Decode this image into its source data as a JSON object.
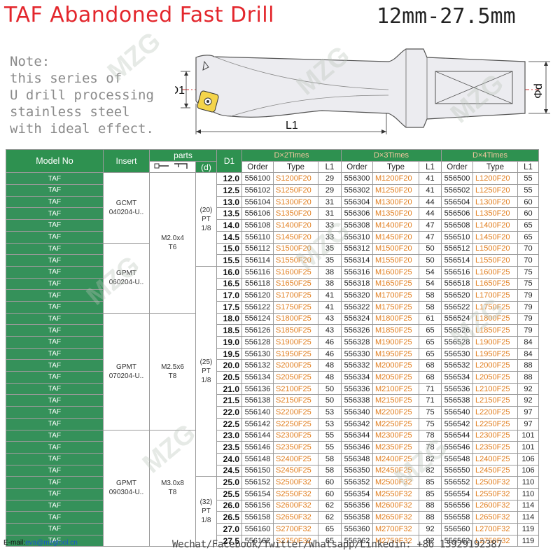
{
  "header": {
    "title": "TAF Abandoned Fast Drill",
    "range": "12mm-27.5mm",
    "note_lines": [
      "Note:",
      "this series of",
      "U drill processing",
      "stainless steel",
      "with ideal effect."
    ],
    "dim_d1": "D1",
    "dim_l1": "L1",
    "dim_d": "Φd"
  },
  "table": {
    "headers": {
      "model": "Model No",
      "insert": "Insert",
      "parts": "parts",
      "d": "(d)",
      "d1": "D1",
      "group2": "D×2Times",
      "group3": "D×3Times",
      "group4": "D×4Times",
      "order": "Order",
      "type": "Type",
      "l1": "L1"
    },
    "inserts": [
      "GCMT\n040204-U..",
      "GPMT\n060204-U..",
      "GPMT\n070204-U..",
      "GPMT\n090304-U.."
    ],
    "screws": [
      "M2.0x4\nT6",
      "M2.5x6\nT8",
      "M3.0x8\nT8"
    ],
    "d_values": [
      "(20)\nPT\n1/8",
      "(25)\nPT\n1/8",
      "(32)\nPT\n1/8"
    ],
    "rows": [
      {
        "model": "TAF",
        "d1": "12.0",
        "o2": "556100",
        "t2": "S1200F20",
        "l2": "29",
        "o3": "556300",
        "t3": "M1200F20",
        "l3": "41",
        "o4": "556500",
        "t4": "L1200F20",
        "l4": "55"
      },
      {
        "model": "TAF",
        "d1": "12.5",
        "o2": "556102",
        "t2": "S1250F20",
        "l2": "29",
        "o3": "556302",
        "t3": "M1250F20",
        "l3": "41",
        "o4": "556502",
        "t4": "L1250F20",
        "l4": "55"
      },
      {
        "model": "TAF",
        "d1": "13.0",
        "o2": "556104",
        "t2": "S1300F20",
        "l2": "31",
        "o3": "556304",
        "t3": "M1300F20",
        "l3": "44",
        "o4": "556504",
        "t4": "L1300F20",
        "l4": "60"
      },
      {
        "model": "TAF",
        "d1": "13.5",
        "o2": "556106",
        "t2": "S1350F20",
        "l2": "31",
        "o3": "556306",
        "t3": "M1350F20",
        "l3": "44",
        "o4": "556506",
        "t4": "L1350F20",
        "l4": "60"
      },
      {
        "model": "TAF",
        "d1": "14.0",
        "o2": "556108",
        "t2": "S1400F20",
        "l2": "33",
        "o3": "556308",
        "t3": "M1400F20",
        "l3": "47",
        "o4": "556508",
        "t4": "L1400F20",
        "l4": "65"
      },
      {
        "model": "TAF",
        "d1": "14.5",
        "o2": "556110",
        "t2": "S1450F20",
        "l2": "33",
        "o3": "556310",
        "t3": "M1450F20",
        "l3": "47",
        "o4": "556510",
        "t4": "L1450F20",
        "l4": "65"
      },
      {
        "model": "TAF",
        "d1": "15.0",
        "o2": "556112",
        "t2": "S1500F20",
        "l2": "35",
        "o3": "556312",
        "t3": "M1500F20",
        "l3": "50",
        "o4": "556512",
        "t4": "L1500F20",
        "l4": "70"
      },
      {
        "model": "TAF",
        "d1": "15.5",
        "o2": "556114",
        "t2": "S1550F20",
        "l2": "35",
        "o3": "556314",
        "t3": "M1550F20",
        "l3": "50",
        "o4": "556514",
        "t4": "L1550F20",
        "l4": "70"
      },
      {
        "model": "TAF",
        "d1": "16.0",
        "o2": "556116",
        "t2": "S1600F25",
        "l2": "38",
        "o3": "556316",
        "t3": "M1600F25",
        "l3": "54",
        "o4": "556516",
        "t4": "L1600F25",
        "l4": "75"
      },
      {
        "model": "TAF",
        "d1": "16.5",
        "o2": "556118",
        "t2": "S1650F25",
        "l2": "38",
        "o3": "556318",
        "t3": "M1650F25",
        "l3": "54",
        "o4": "556518",
        "t4": "L1650F25",
        "l4": "75"
      },
      {
        "model": "TAF",
        "d1": "17.0",
        "o2": "556120",
        "t2": "S1700F25",
        "l2": "41",
        "o3": "556320",
        "t3": "M1700F25",
        "l3": "58",
        "o4": "556520",
        "t4": "L1700F25",
        "l4": "79"
      },
      {
        "model": "TAF",
        "d1": "17.5",
        "o2": "556122",
        "t2": "S1750F25",
        "l2": "41",
        "o3": "556322",
        "t3": "M1750F25",
        "l3": "58",
        "o4": "556522",
        "t4": "L1750F25",
        "l4": "79"
      },
      {
        "model": "TAF",
        "d1": "18.0",
        "o2": "556124",
        "t2": "S1800F25",
        "l2": "43",
        "o3": "556324",
        "t3": "M1800F25",
        "l3": "61",
        "o4": "556524",
        "t4": "L1800F25",
        "l4": "79"
      },
      {
        "model": "TAF",
        "d1": "18.5",
        "o2": "556126",
        "t2": "S1850F25",
        "l2": "43",
        "o3": "556326",
        "t3": "M1850F25",
        "l3": "65",
        "o4": "556526",
        "t4": "L1850F25",
        "l4": "79"
      },
      {
        "model": "TAF",
        "d1": "19.0",
        "o2": "556128",
        "t2": "S1900F25",
        "l2": "46",
        "o3": "556328",
        "t3": "M1900F25",
        "l3": "65",
        "o4": "556528",
        "t4": "L1900F25",
        "l4": "84"
      },
      {
        "model": "TAF",
        "d1": "19.5",
        "o2": "556130",
        "t2": "S1950F25",
        "l2": "46",
        "o3": "556330",
        "t3": "M1950F25",
        "l3": "65",
        "o4": "556530",
        "t4": "L1950F25",
        "l4": "84"
      },
      {
        "model": "TAF",
        "d1": "20.0",
        "o2": "556132",
        "t2": "S2000F25",
        "l2": "48",
        "o3": "556332",
        "t3": "M2000F25",
        "l3": "68",
        "o4": "556532",
        "t4": "L2000F25",
        "l4": "88"
      },
      {
        "model": "TAF",
        "d1": "20.5",
        "o2": "556134",
        "t2": "S2050F25",
        "l2": "48",
        "o3": "556334",
        "t3": "M2050F25",
        "l3": "68",
        "o4": "556534",
        "t4": "L2050F25",
        "l4": "88"
      },
      {
        "model": "TAF",
        "d1": "21.0",
        "o2": "556136",
        "t2": "S2100F25",
        "l2": "50",
        "o3": "556336",
        "t3": "M2100F25",
        "l3": "71",
        "o4": "556536",
        "t4": "L2100F25",
        "l4": "92"
      },
      {
        "model": "TAF",
        "d1": "21.5",
        "o2": "556138",
        "t2": "S2150F25",
        "l2": "50",
        "o3": "556338",
        "t3": "M2150F25",
        "l3": "71",
        "o4": "556538",
        "t4": "L2150F25",
        "l4": "92"
      },
      {
        "model": "TAF",
        "d1": "22.0",
        "o2": "556140",
        "t2": "S2200F25",
        "l2": "53",
        "o3": "556340",
        "t3": "M2200F25",
        "l3": "75",
        "o4": "556540",
        "t4": "L2200F25",
        "l4": "97"
      },
      {
        "model": "TAF",
        "d1": "22.5",
        "o2": "556142",
        "t2": "S2250F25",
        "l2": "53",
        "o3": "556342",
        "t3": "M2250F25",
        "l3": "75",
        "o4": "556542",
        "t4": "L2250F25",
        "l4": "97"
      },
      {
        "model": "TAF",
        "d1": "23.0",
        "o2": "556144",
        "t2": "S2300F25",
        "l2": "55",
        "o3": "556344",
        "t3": "M2300F25",
        "l3": "78",
        "o4": "556544",
        "t4": "L2300F25",
        "l4": "101"
      },
      {
        "model": "TAF",
        "d1": "23.5",
        "o2": "556146",
        "t2": "S2350F25",
        "l2": "55",
        "o3": "556346",
        "t3": "M2350F25",
        "l3": "78",
        "o4": "556546",
        "t4": "L2350F25",
        "l4": "101"
      },
      {
        "model": "TAF",
        "d1": "24.0",
        "o2": "556148",
        "t2": "S2400F25",
        "l2": "58",
        "o3": "556348",
        "t3": "M2400F25",
        "l3": "82",
        "o4": "556548",
        "t4": "L2400F25",
        "l4": "106"
      },
      {
        "model": "TAF",
        "d1": "24.5",
        "o2": "556150",
        "t2": "S2450F25",
        "l2": "58",
        "o3": "556350",
        "t3": "M2450F25",
        "l3": "82",
        "o4": "556550",
        "t4": "L2450F25",
        "l4": "106"
      },
      {
        "model": "TAF",
        "d1": "25.0",
        "o2": "556152",
        "t2": "S2500F32",
        "l2": "60",
        "o3": "556352",
        "t3": "M2500F32",
        "l3": "85",
        "o4": "556552",
        "t4": "L2500F32",
        "l4": "110"
      },
      {
        "model": "TAF",
        "d1": "25.5",
        "o2": "556154",
        "t2": "S2550F32",
        "l2": "60",
        "o3": "556354",
        "t3": "M2550F32",
        "l3": "85",
        "o4": "556554",
        "t4": "L2550F32",
        "l4": "110"
      },
      {
        "model": "TAF",
        "d1": "26.0",
        "o2": "556156",
        "t2": "S2600F32",
        "l2": "62",
        "o3": "556356",
        "t3": "M2600F32",
        "l3": "88",
        "o4": "556556",
        "t4": "L2600F32",
        "l4": "114"
      },
      {
        "model": "TAF",
        "d1": "26.5",
        "o2": "556158",
        "t2": "S2650F32",
        "l2": "62",
        "o3": "556358",
        "t3": "M2650F32",
        "l3": "88",
        "o4": "556558",
        "t4": "L2650F32",
        "l4": "114"
      },
      {
        "model": "TAF",
        "d1": "27.0",
        "o2": "556160",
        "t2": "S2700F32",
        "l2": "65",
        "o3": "556360",
        "t3": "M2700F32",
        "l3": "92",
        "o4": "556560",
        "t4": "L2700F32",
        "l4": "119"
      },
      {
        "model": "TAF",
        "d1": "27.5",
        "o2": "556162",
        "t2": "S2750F32",
        "l2": "65",
        "o3": "556362",
        "t3": "M2750F32",
        "l3": "92",
        "o4": "556562",
        "t4": "L2750F32",
        "l4": "119"
      }
    ]
  },
  "footer": {
    "email_label": "E-mail:",
    "email": "eva@mzgtool.cn",
    "contact": "Wechat/Facebook/Twitter/Whatsapp/Linkedin: +86 13929192387"
  },
  "watermark": "MZG",
  "colors": {
    "header_green": "#2e9150",
    "model_green": "#35915a",
    "title_red": "#e3262c",
    "type_orange": "#e07b1a"
  }
}
